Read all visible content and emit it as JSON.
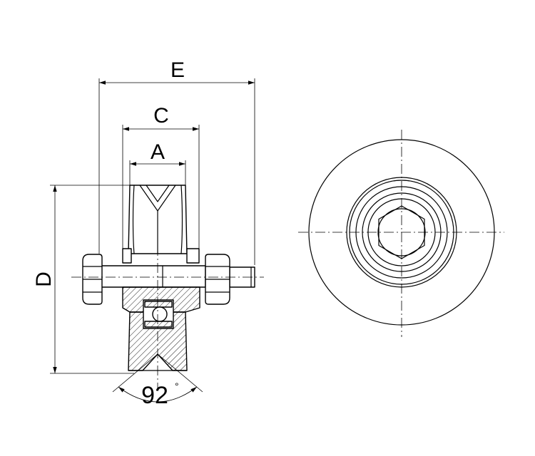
{
  "dimensions": {
    "E": "E",
    "C": "C",
    "A": "A",
    "D": "D",
    "angle": "92",
    "degree": "°"
  }
}
